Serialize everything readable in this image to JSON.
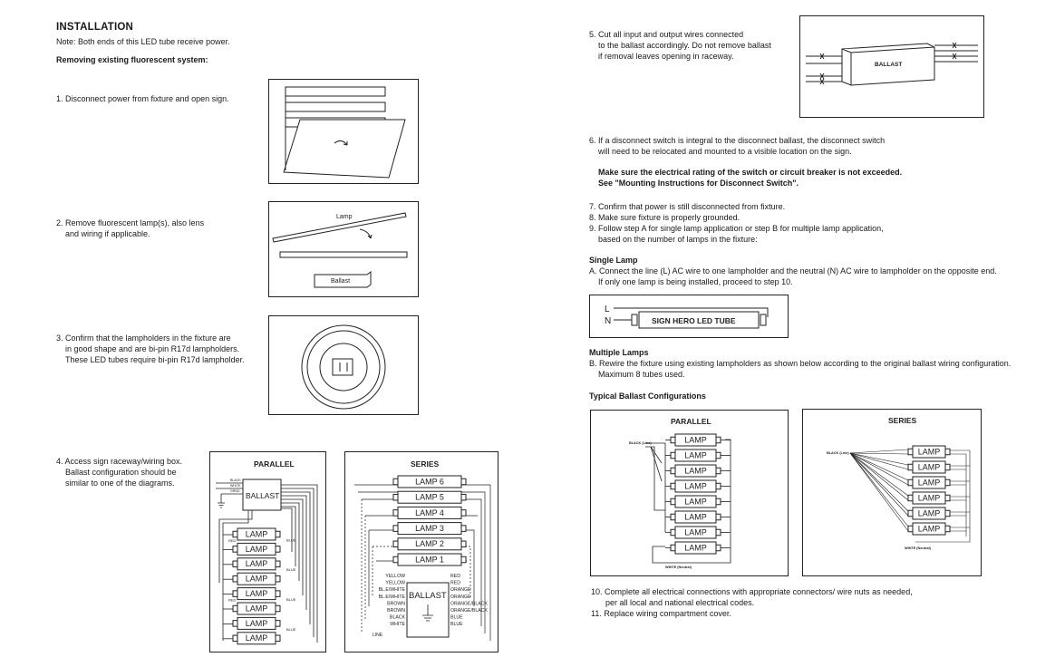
{
  "left": {
    "heading": "INSTALLATION",
    "note": "Note: Both ends of this LED tube receive power.",
    "removing": "Removing existing fluorescent system:",
    "step1": "1. Disconnect power from fixture and open sign.",
    "step2": [
      "2. Remove fluorescent lamp(s), also lens",
      "and wiring if applicable."
    ],
    "step3": [
      "3. Confirm that the lampholders in the fixture are",
      "in good shape and are bi-pin R17d lampholders.",
      "These LED tubes require bi-pin R17d lampholder."
    ],
    "step4": [
      "4. Access sign raceway/wiring box.",
      "Ballast configuration should be",
      "similar to one of the diagrams."
    ],
    "fig2": {
      "lamp": "Lamp",
      "ballast": "Ballast"
    },
    "parallel": {
      "title": "PARALLEL",
      "ballast": "BALLAST",
      "wires": [
        "BLACK",
        "WHITE",
        "GRND"
      ],
      "lamp": "LAMP",
      "blue": "BLUE",
      "red": "RED"
    },
    "series": {
      "title": "SERIES",
      "lamps": [
        "LAMP 6",
        "LAMP 5",
        "LAMP 4",
        "LAMP 3",
        "LAMP 2",
        "LAMP 1"
      ],
      "ballast": "BALLAST",
      "left_wires": [
        "YELLOW",
        "YELLOW",
        "BL.E/WHITE",
        "BL.E/WHITE",
        "BROWN",
        "BROWN",
        "BLACK",
        "WHITE"
      ],
      "right_wires": [
        "RED",
        "RED",
        "ORANGE",
        "ORANGE",
        "ORANGE/BLACK",
        "ORANGE/BLACK",
        "BLUE",
        "BLUE"
      ],
      "line": "LINE"
    }
  },
  "right": {
    "step5": [
      "5. Cut all input and output wires connected",
      "to the ballast accordingly. Do not remove ballast",
      "if removal leaves opening in raceway."
    ],
    "fig5_ballast": "BALLAST",
    "step6": [
      "6. If a disconnect switch is integral to the disconnect ballast, the disconnect switch",
      "will need to be relocated and mounted to a visible location on the sign."
    ],
    "warning": [
      "Make sure the electrical rating of the switch or circuit breaker is not exceeded.",
      "See \"Mounting Instructions for Disconnect Switch\"."
    ],
    "step7": "7. Confirm that power is still disconnected from fixture.",
    "step8": "8. Make sure fixture is properly grounded.",
    "step9": [
      "9. Follow step A for single lamp application or step B for multiple lamp application,",
      "based on the number of lamps in the fixture:"
    ],
    "single_heading": "Single Lamp",
    "stepA": [
      "A. Connect the line (L) AC wire to one lampholder and the neutral (N) AC wire to lampholder on the opposite end.",
      "If only one lamp is being installed, proceed to step 10."
    ],
    "tube": {
      "l": "L",
      "n": "N",
      "label": "SIGN HERO LED TUBE"
    },
    "multi_heading": "Multiple Lamps",
    "stepB": [
      "B. Rewire the fixture using existing lampholders as shown below according to the original ballast wiring configuration.",
      "Maximum 8 tubes used."
    ],
    "typical_heading": "Typical Ballast Configurations",
    "cfg_parallel": {
      "title": "PARALLEL",
      "line": "BLACK (Line)",
      "neutral": "WHITE (Neutral)",
      "lamp": "LAMP"
    },
    "cfg_series": {
      "title": "SERIES",
      "line": "BLACK (Line)",
      "neutral": "WHITE (Neutral)",
      "lamp": "LAMP"
    },
    "step10": [
      "10. Complete all electrical connections with appropriate connectors/ wire nuts as needed,",
      "per all local and national electrical codes."
    ],
    "step11": "11. Replace wiring compartment cover."
  }
}
